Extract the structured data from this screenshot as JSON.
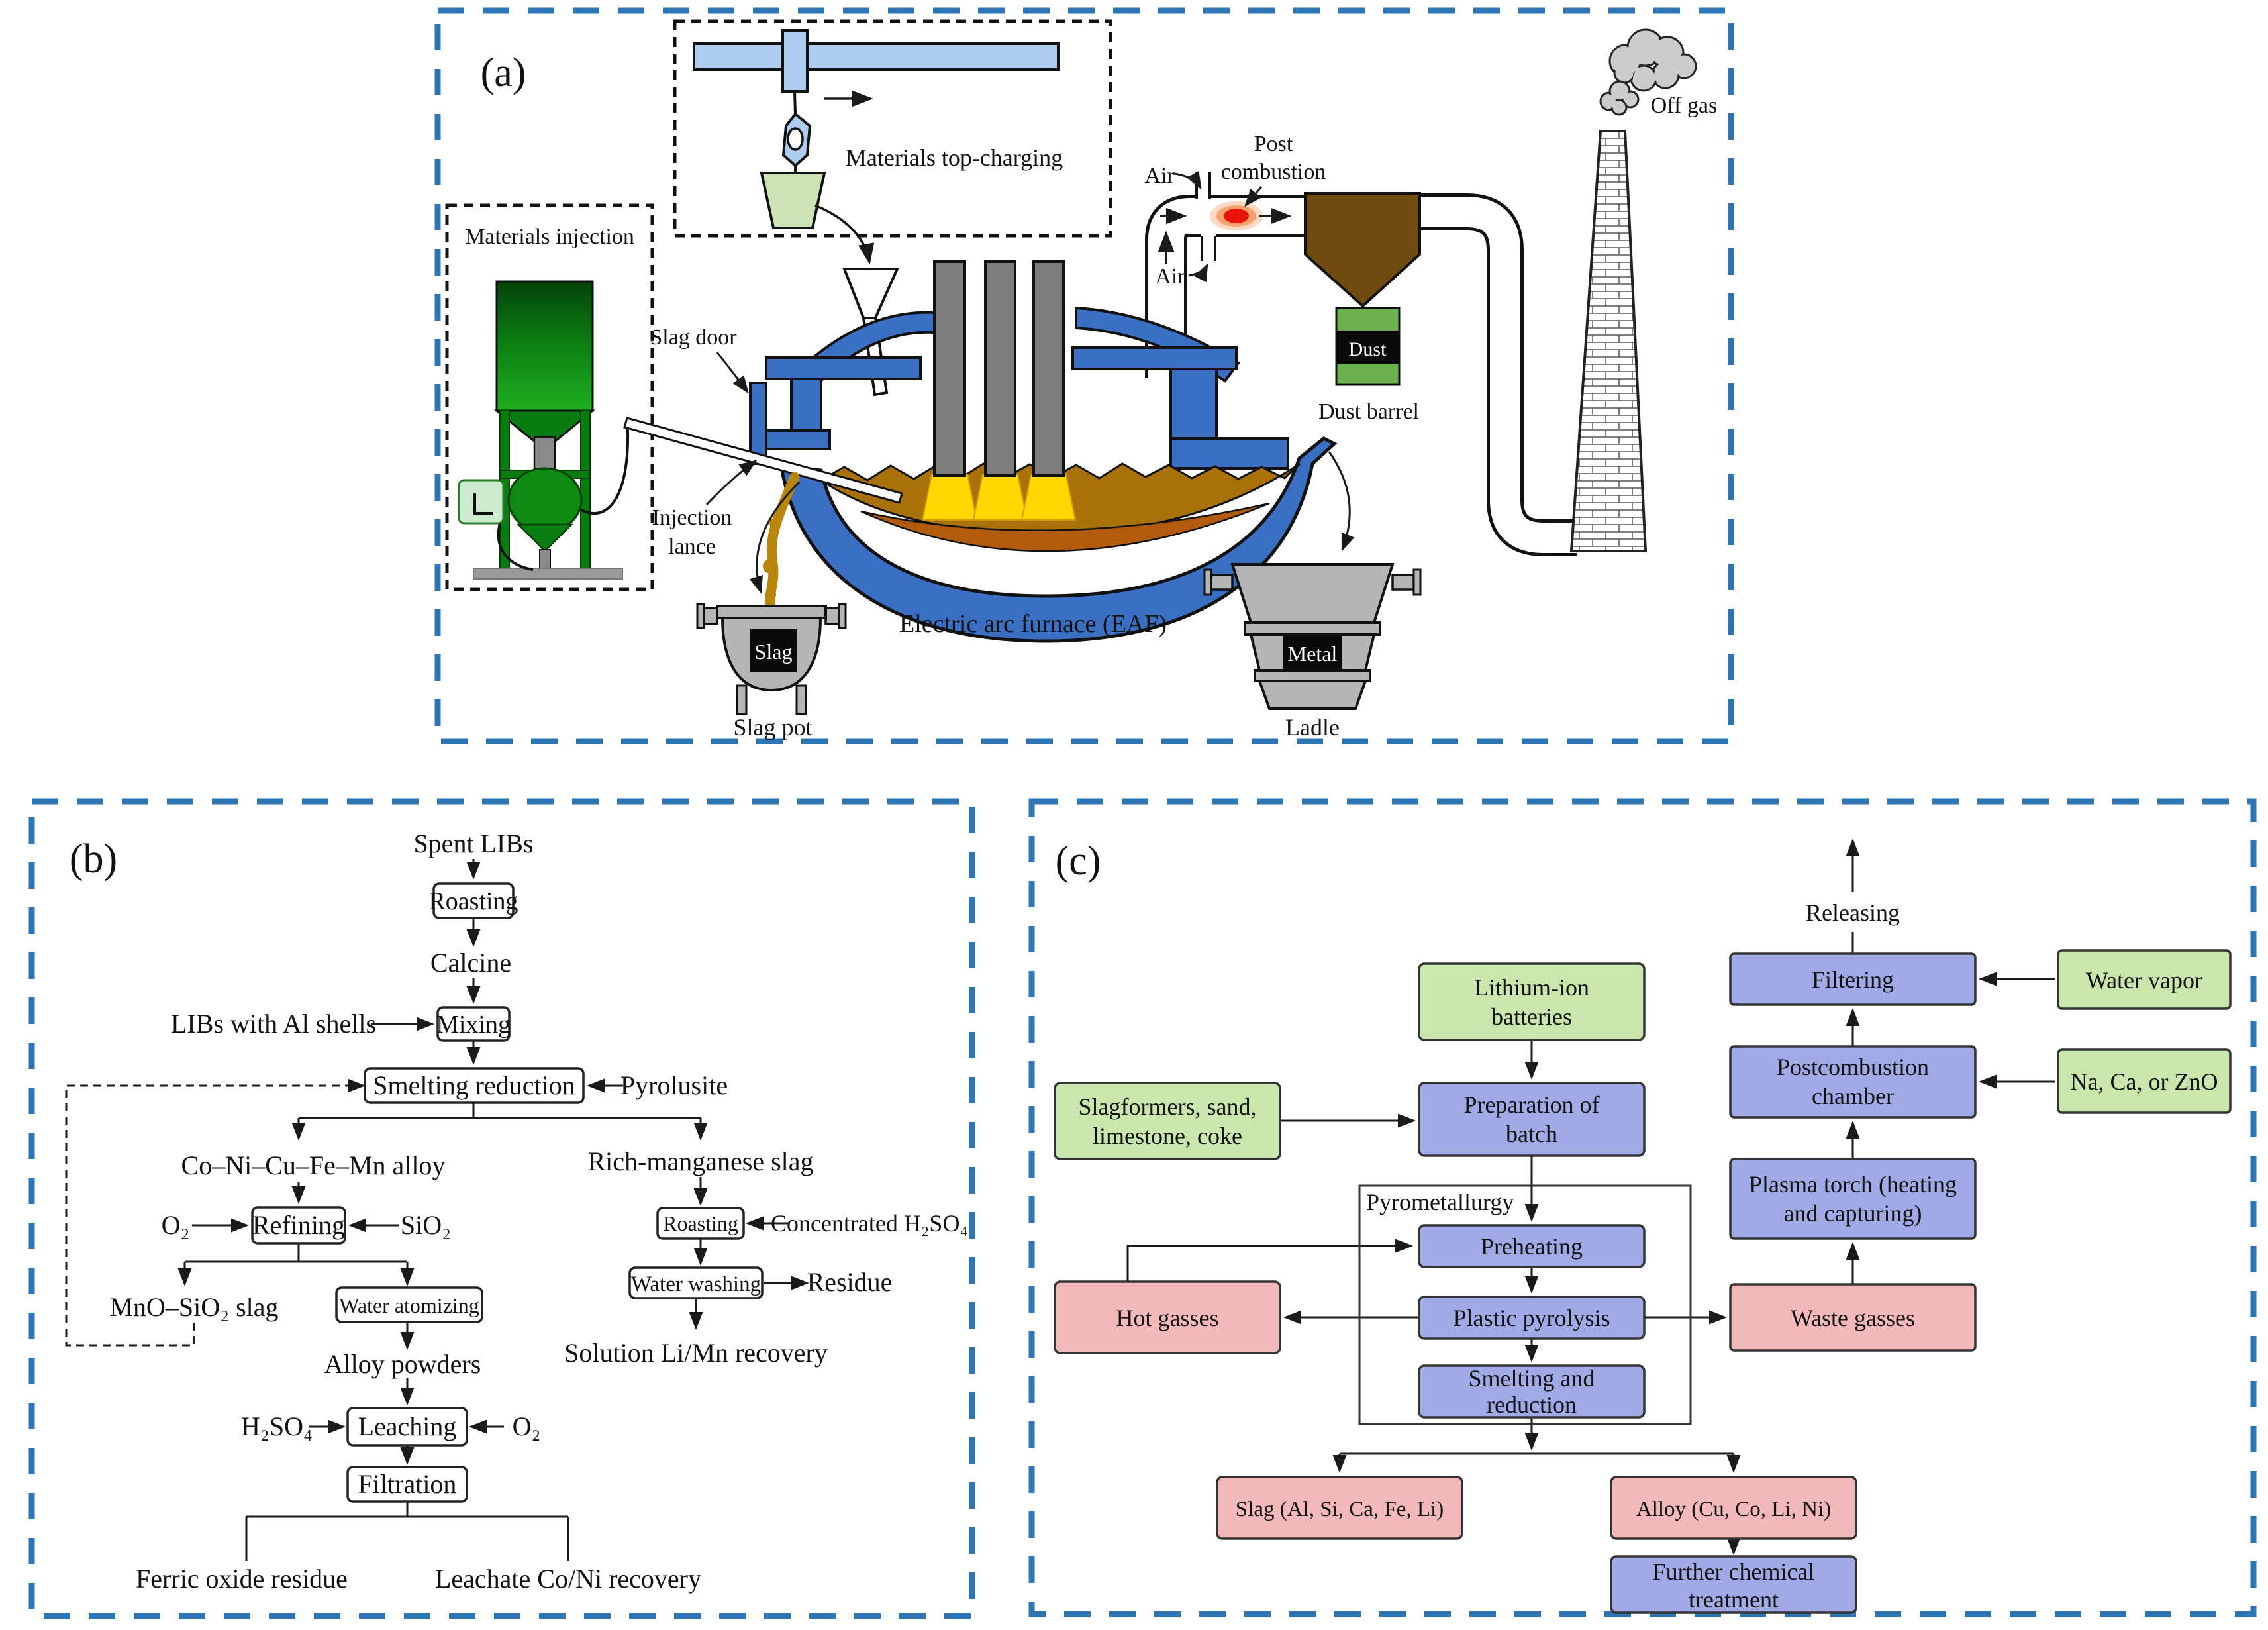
{
  "colors": {
    "panel_border": "#2e75b6",
    "box_blue": "#a0aae6",
    "box_green": "#c9e7ac",
    "box_pink": "#f2b8ba",
    "box_white": "#ffffff",
    "furnace_blue": "#3a6fc4",
    "crane_blue": "#aecbf0",
    "bucket_green": "#cde2b6",
    "silo_green_dark": "#05420a",
    "silo_green_mid": "#0b7c12",
    "silo_green_bright": "#1fae1f",
    "melt_dark": "#a87109",
    "melt_bright": "#b35b0c",
    "slag_stream": "#b8860b",
    "arc_yellow": "#ffd900",
    "separator_brown": "#6f4b10",
    "barrel_green": "#6ab04c",
    "metal_gray": "#b5b5b5",
    "glow_red": "#e81309",
    "cloud_gray": "#cccccc"
  },
  "panel_a": {
    "label": "(a)",
    "materials_injection": "Materials injection",
    "materials_top_charging": "Materials top-charging",
    "slag_door": "Slag door",
    "injection_lance_1": "Injection",
    "injection_lance_2": "lance",
    "air_top": "Air",
    "air_bottom": "Air",
    "post_combustion_1": "Post",
    "post_combustion_2": "combustion",
    "dust": "Dust",
    "dust_barrel": "Dust barrel",
    "off_gas": "Off gas",
    "eaf": "Electric arc furnace (EAF)",
    "slag": "Slag",
    "slag_pot": "Slag pot",
    "metal": "Metal",
    "ladle": "Ladle"
  },
  "panel_b": {
    "label": "(b)",
    "spent_libs": "Spent LIBs",
    "roasting": "Roasting",
    "calcine": "Calcine",
    "libs_al_shells": "LIBs with Al shells",
    "mixing": "Mixing",
    "smelting_reduction": "Smelting reduction",
    "pyrolusite": "Pyrolusite",
    "alloy": "Co–Ni–Cu–Fe–Mn alloy",
    "o2_left": "O₂",
    "refining": "Refining",
    "sio2": "SiO₂",
    "mno_sio2_slag": "MnO–SiO₂ slag",
    "water_atomizing": "Water atomizing",
    "alloy_powders": "Alloy powders",
    "h2so4": "H₂SO₄",
    "leaching": "Leaching",
    "o2_right": "O₂",
    "filtration": "Filtration",
    "ferric": "Ferric oxide residue",
    "leachate": "Leachate Co/Ni recovery",
    "rich_mn_slag": "Rich-manganese slag",
    "roasting2": "Roasting",
    "conc_h2so4": "Concentrated H₂SO₄",
    "water_washing": "Water washing",
    "residue": "Residue",
    "solution": "Solution Li/Mn recovery"
  },
  "panel_c": {
    "label": "(c)",
    "lithium_1": "Lithium-ion",
    "lithium_2": "batteries",
    "slagformers_1": "Slagformers, sand,",
    "slagformers_2": "limestone, coke",
    "preparation_1": "Preparation of",
    "preparation_2": "batch",
    "pyrometallurgy": "Pyrometallurgy",
    "preheating": "Preheating",
    "plastic_pyrolysis": "Plastic pyrolysis",
    "smelting_1": "Smelting and",
    "smelting_2": "reduction",
    "hot_gasses": "Hot gasses",
    "waste_gasses": "Waste gasses",
    "plasma_1": "Plasma torch (heating",
    "plasma_2": "and capturing)",
    "postcombustion_1": "Postcombustion",
    "postcombustion_2": "chamber",
    "filtering": "Filtering",
    "releasing": "Releasing",
    "water_vapor": "Water vapor",
    "na_ca_zno": "Na, Ca, or ZnO",
    "slag_out": "Slag (Al, Si, Ca, Fe, Li)",
    "alloy_out": "Alloy (Cu, Co, Li, Ni)",
    "further_1": "Further chemical",
    "further_2": "treatment"
  }
}
